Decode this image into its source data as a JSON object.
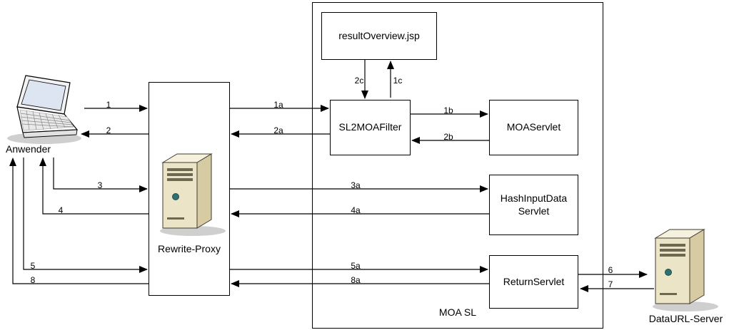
{
  "nodes": {
    "anwender": {
      "label": "Anwender"
    },
    "rewrite_proxy": {
      "label": "Rewrite-Proxy"
    },
    "moa_sl": {
      "label": "MOA SL"
    },
    "result_overview_jsp": {
      "label": "resultOverview.jsp"
    },
    "sl2moa_filter": {
      "label": "SL2MOAFilter"
    },
    "moa_servlet": {
      "label": "MOAServlet"
    },
    "hash_input_data_servlet": {
      "label": "HashInputData Servlet"
    },
    "return_servlet": {
      "label": "ReturnServlet"
    },
    "dataurl_server": {
      "label": "DataURL-Server"
    }
  },
  "arrows": {
    "1": "1",
    "2": "2",
    "3": "3",
    "4": "4",
    "5": "5",
    "8": "8",
    "1a": "1a",
    "2a": "2a",
    "3a": "3a",
    "4a": "4a",
    "5a": "5a",
    "8a": "8a",
    "1b": "1b",
    "2b": "2b",
    "1c": "1c",
    "2c": "2c",
    "6": "6",
    "7": "7"
  },
  "colors": {
    "line": "#000000",
    "box_border": "#000000",
    "background": "#ffffff",
    "server_front": "#ece4c6",
    "server_side": "#d6cba2",
    "server_top": "#f6f1df",
    "server_slot": "#6e6852",
    "power_button": "#2e6f6f",
    "laptop_screen": "#dde5f3",
    "shadow": "#cfcfcf"
  }
}
